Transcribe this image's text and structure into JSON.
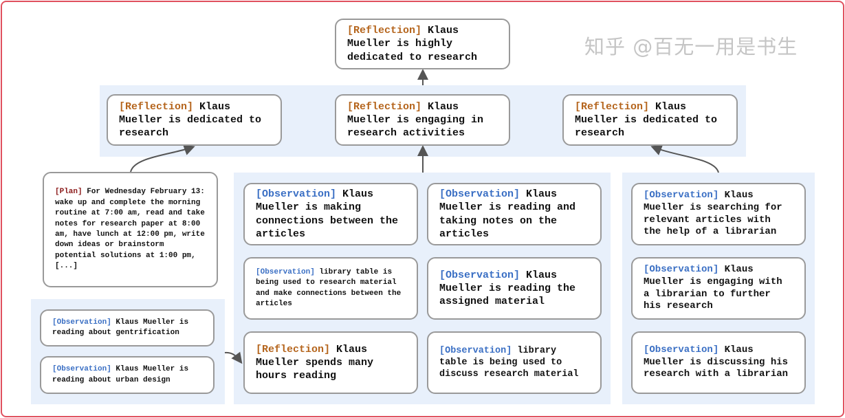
{
  "colors": {
    "reflection": "#b5651d",
    "observation": "#3a6fc4",
    "plan": "#8b1a1a",
    "border": "#e0505e",
    "band": "#e8f0fb"
  },
  "top": {
    "tag": "[Reflection]",
    "text": " Klaus Mueller is highly dedicated to research"
  },
  "row2": [
    {
      "tag": "[Reflection]",
      "text": " Klaus Mueller is dedicated to research"
    },
    {
      "tag": "[Reflection]",
      "text": " Klaus Mueller is engaging in research activities"
    },
    {
      "tag": "[Reflection]",
      "text": " Klaus Mueller is dedicated to research"
    }
  ],
  "plan": {
    "tag": "[Plan]",
    "text": " For Wednesday February 13: wake up and complete the morning routine at 7:00 am, read and take notes for research paper at 8:00 am, have lunch at 12:00 pm, write down ideas or brainstorm potential solutions at 1:00 pm, [...]"
  },
  "left": [
    {
      "tag": "[Observation]",
      "text": " Klaus Mueller is reading about gentrification"
    },
    {
      "tag": "[Observation]",
      "text": " Klaus Mueller is reading about urban design"
    }
  ],
  "middle": [
    {
      "tag": "[Observation]",
      "text": " Klaus Mueller is making connections between the articles"
    },
    {
      "tag": "[Observation]",
      "text": " Klaus Mueller is reading and taking notes on the articles"
    },
    {
      "tag": "[Observation]",
      "text": " library table is being used to research material and make connections between the articles"
    },
    {
      "tag": "[Observation]",
      "text": " Klaus Mueller is reading the assigned material"
    },
    {
      "tag": "[Reflection]",
      "text": " Klaus Mueller spends many hours reading"
    },
    {
      "tag": "[Observation]",
      "text": " library table is being used to discuss research material"
    }
  ],
  "right": [
    {
      "tag": "[Observation]",
      "text": " Klaus Mueller is searching for relevant articles with the help of a librarian"
    },
    {
      "tag": "[Observation]",
      "text": " Klaus Mueller is engaging with a librarian to further his research"
    },
    {
      "tag": "[Observation]",
      "text": " Klaus Mueller is discussing his research with a librarian"
    }
  ],
  "watermark": "知乎 @百无一用是书生"
}
